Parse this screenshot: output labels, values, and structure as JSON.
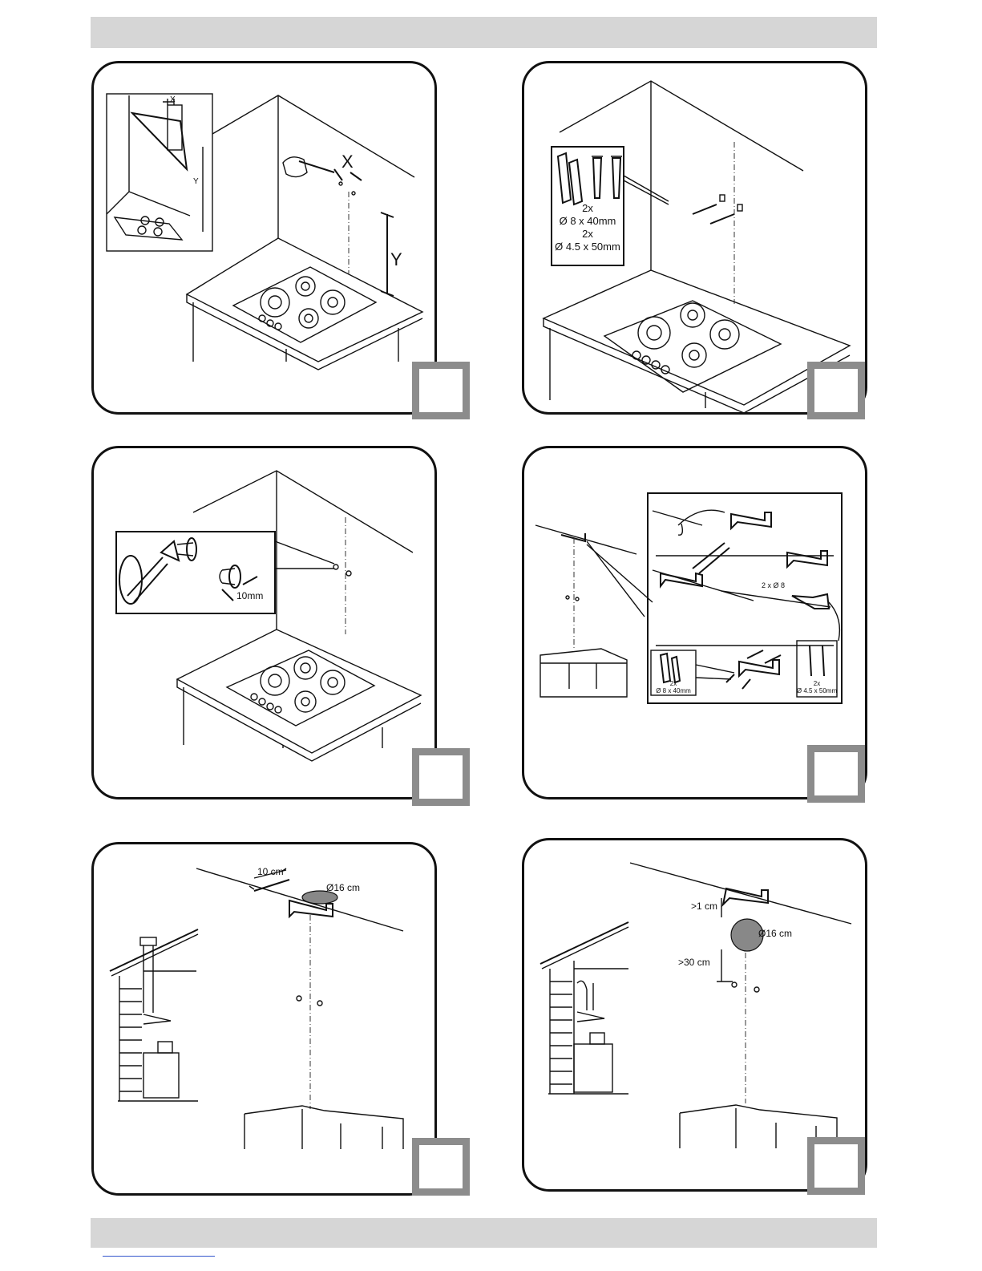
{
  "page": {
    "steps": [
      {
        "label": ""
      },
      {
        "label": ""
      },
      {
        "label": ""
      },
      {
        "label": ""
      },
      {
        "label": ""
      },
      {
        "label": ""
      }
    ]
  },
  "panel1": {
    "x_small": "X",
    "y_small": "Y",
    "x_large": "X",
    "y_large": "Y"
  },
  "panel2": {
    "qty1": "2x",
    "size1": "Ø 8 x 40mm",
    "qty2": "2x",
    "size2": "Ø 4.5 x 50mm"
  },
  "panel3": {
    "depth": "10mm"
  },
  "panel4": {
    "drill": "2 x Ø 8",
    "qty1": "2x",
    "size1": "Ø 8 x 40mm",
    "qty2": "2x",
    "size2": "Ø 4.5 x 50mm"
  },
  "panel5": {
    "offset": "10 cm",
    "diameter": "Ø16 cm"
  },
  "panel6": {
    "top_gap": ">1 cm",
    "diameter": "Ø16 cm",
    "lower_gap": ">30 cm"
  }
}
